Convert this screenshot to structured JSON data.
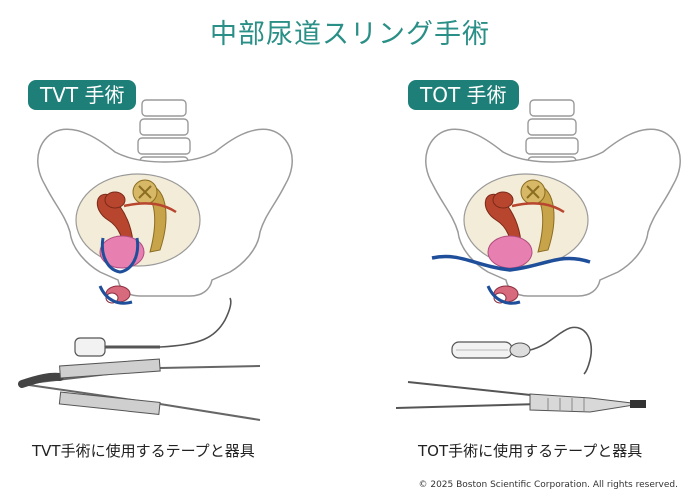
{
  "title": "中部尿道スリング手術",
  "panels": {
    "left": {
      "label": "TVT 手術",
      "caption": "TVT手術に使用するテープと器具"
    },
    "right": {
      "label": "TOT 手術",
      "caption": "TOT手術に使用するテープと器具"
    }
  },
  "copyright": "© 2025 Boston Scientific Corporation. All rights reserved.",
  "colors": {
    "title": "#2a8f86",
    "badge": "#1d7f78",
    "bone_outline": "#9a9a9a",
    "uterus": "#b8452e",
    "bladder": "#e77fb0",
    "rectum": "#c7a34a",
    "tape": "#1f4f9a"
  }
}
